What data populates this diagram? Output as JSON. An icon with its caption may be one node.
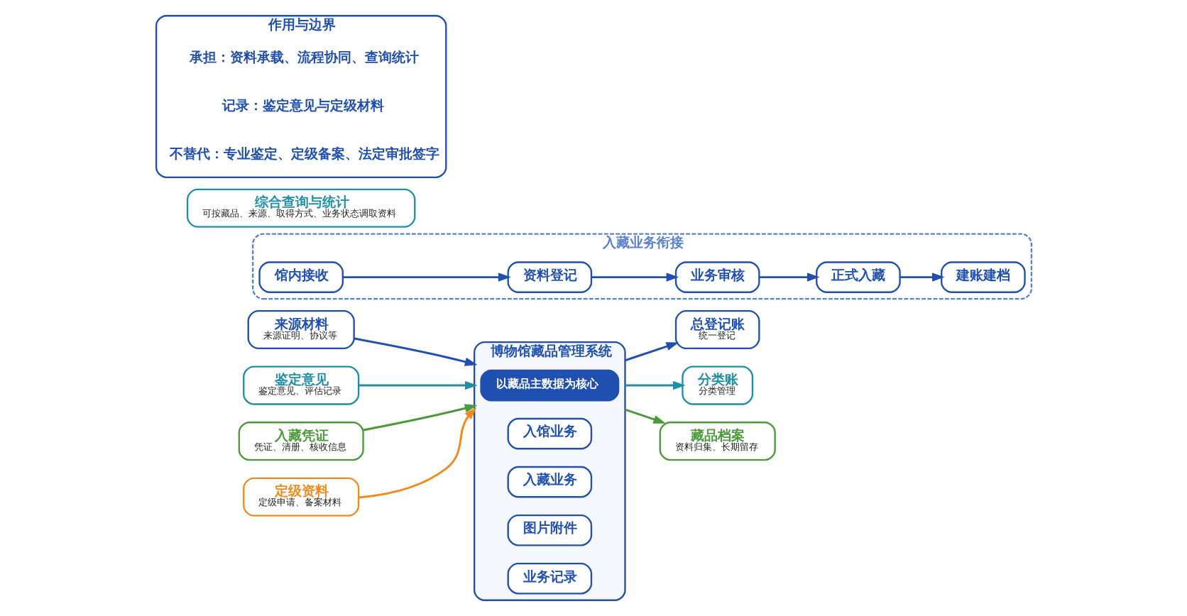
{
  "diagram": {
    "nodes": [
      {
        "text": [
          "来源材料",
          "来源证明、协议等"
        ]
      },
      {
        "text": [
          "鉴定意见",
          "鉴定意见、评估记录"
        ]
      },
      {
        "text": [
          "入藏凭证",
          "凭证、清册、核收信息"
        ]
      },
      {
        "text": [
          "定级资料",
          "定级申请、备案材料"
        ]
      },
      {
        "text": [
          "博物馆藏品管理系统"
        ]
      },
      {
        "text": [
          "以藏品主数据为核心"
        ],
        "in": 4
      },
      {
        "text": [
          "入馆业务"
        ],
        "in": 4
      },
      {
        "text": [
          "入藏业务"
        ],
        "in": 4
      },
      {
        "text": [
          "图片附件"
        ],
        "in": 4
      },
      {
        "text": [
          "业务记录"
        ],
        "in": 4
      },
      {
        "text": [
          "总登记账",
          "统一登记"
        ]
      },
      {
        "text": [
          "分类账",
          "分类管理"
        ]
      },
      {
        "text": [
          "藏品档案",
          "资料归集、长期留存"
        ]
      },
      {
        "text": [
          "入藏业务衔接"
        ]
      },
      {
        "text": [
          "馆内接收"
        ],
        "in": 13
      },
      {
        "text": [
          "资料登记"
        ],
        "in": 13
      },
      {
        "text": [
          "业务审核"
        ],
        "in": 13
      },
      {
        "text": [
          "正式入藏"
        ],
        "in": 13
      },
      {
        "text": [
          "建账建档"
        ],
        "in": 13
      },
      {
        "text": [
          "综合查询与统计",
          "可按藏品、来源、取得方式、业务状态调取资料"
        ]
      },
      {
        "text": [
          "作用与边界"
        ]
      },
      {
        "text": [
          "承担：资料承载、流程协同、查询统计"
        ],
        "in": 20
      },
      {
        "text": [
          "记录：鉴定意见与定级材料"
        ],
        "in": 20
      },
      {
        "text": [
          "不替代：专业鉴定、定级备案、法定审批签字"
        ],
        "in": 20
      }
    ],
    "edges": [
      {
        "from": 0,
        "to": 4,
        "arrow": "to"
      },
      {
        "from": 1,
        "to": 4,
        "arrow": "to",
        "color": "#1f8fa8"
      },
      {
        "from": 2,
        "to": 4,
        "arrow": "to",
        "color": "#4a9a3a"
      },
      {
        "from": 3,
        "to": 4,
        "arrow": "to",
        "color": "#f08a1c"
      },
      {
        "from": 4,
        "to": 10,
        "arrow": "to"
      },
      {
        "from": 4,
        "to": 11,
        "arrow": "to",
        "color": "#1f8fa8"
      },
      {
        "from": 4,
        "to": 12,
        "arrow": "to",
        "color": "#4a9a3a"
      },
      {
        "from": 14,
        "to": 15,
        "arrow": "to"
      },
      {
        "from": 15,
        "to": 16,
        "arrow": "to"
      },
      {
        "from": 16,
        "to": 17,
        "arrow": "to"
      },
      {
        "from": 17,
        "to": 18,
        "arrow": "to"
      }
    ]
  }
}
